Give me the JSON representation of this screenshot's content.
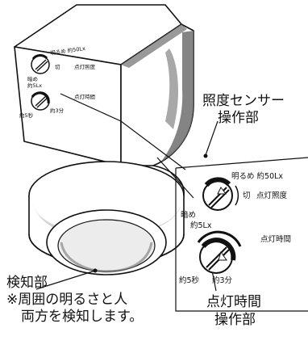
{
  "callouts": {
    "illuminance_title_line1": "照度センサー",
    "illuminance_title_line2": "操作部",
    "duration_title_line1": "点灯時間",
    "duration_title_line2": "操作部",
    "detector_title": "検知部",
    "detector_note_line1": "※周囲の明るさと人",
    "detector_note_line2": "両方を検知します。"
  },
  "dial_illuminance": {
    "bright_label": "明るめ 約50Lx",
    "off_label": "切",
    "setting_label": "点灯照度",
    "dark_label_line1": "暗め",
    "dark_label_line2": "約5Lx",
    "mark": "△"
  },
  "dial_duration": {
    "setting_label": "点灯時間",
    "min_label": "約5秒",
    "max_label": "約3分",
    "mark": "△"
  },
  "unit_panel": {
    "bright_label": "明るめ 約50Lx",
    "off_label": "切",
    "setting_label": "点灯照度",
    "dark_label_line1": "暗め",
    "dark_label_line2": "約5Lx",
    "duration_label": "点灯時間",
    "min_label": "約5秒",
    "max_label": "約3分"
  }
}
